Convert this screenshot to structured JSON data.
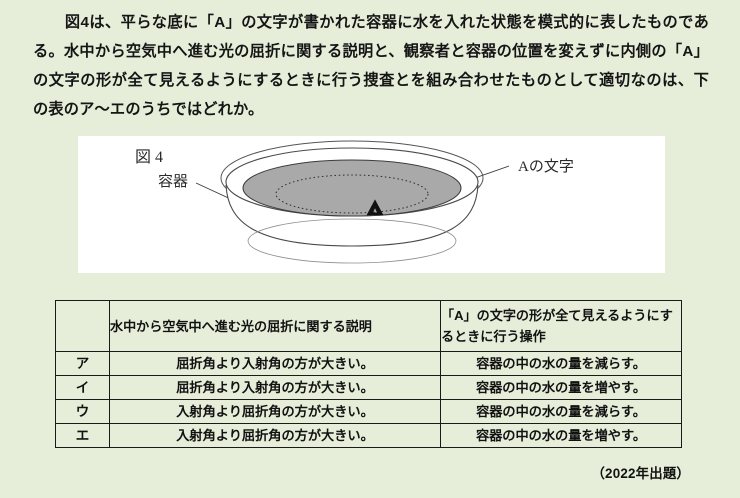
{
  "question": {
    "text": "図4は、平らな底に「A」の文字が書かれた容器に水を入れた状態を模式的に表したものである。水中から空気中へ進む光の屈折に関する説明と、観察者と容器の位置を変えずに内側の「A」の文字の形が全て見えるようにするときに行う捜査とを組み合わせたものとして適切なのは、下の表のア～エのうちではどれか。"
  },
  "figure": {
    "caption": "図 4",
    "label_container": "容器",
    "label_letter": "Aの文字",
    "icon_container": "bowl-icon",
    "icon_water": "water-surface-icon",
    "icon_letter_a": "letter-a-icon",
    "colors": {
      "panel_background": "#ffffff",
      "water_fill": "#a9a9a9",
      "outline": "#3c3c3c",
      "letter_a": "#111111"
    }
  },
  "table": {
    "headers": [
      "",
      "水中から空気中へ進む光の屈折に関する説明",
      "「A」の文字の形が全て見えるようにするときに行う操作"
    ],
    "rows": [
      {
        "key": "ア",
        "explanation": "屈折角より入射角の方が大きい。",
        "operation": "容器の中の水の量を減らす。"
      },
      {
        "key": "イ",
        "explanation": "屈折角より入射角の方が大きい。",
        "operation": "容器の中の水の量を増やす。"
      },
      {
        "key": "ウ",
        "explanation": "入射角より屈折角の方が大きい。",
        "operation": "容器の中の水の量を減らす。"
      },
      {
        "key": "エ",
        "explanation": "入射角より屈折角の方が大きい。",
        "operation": "容器の中の水の量を増やす。"
      }
    ]
  },
  "source": {
    "note": "（2022年出題）"
  },
  "page": {
    "background_color": "#e6eeda",
    "text_color": "#151515",
    "border_color": "#1a1a1a"
  }
}
